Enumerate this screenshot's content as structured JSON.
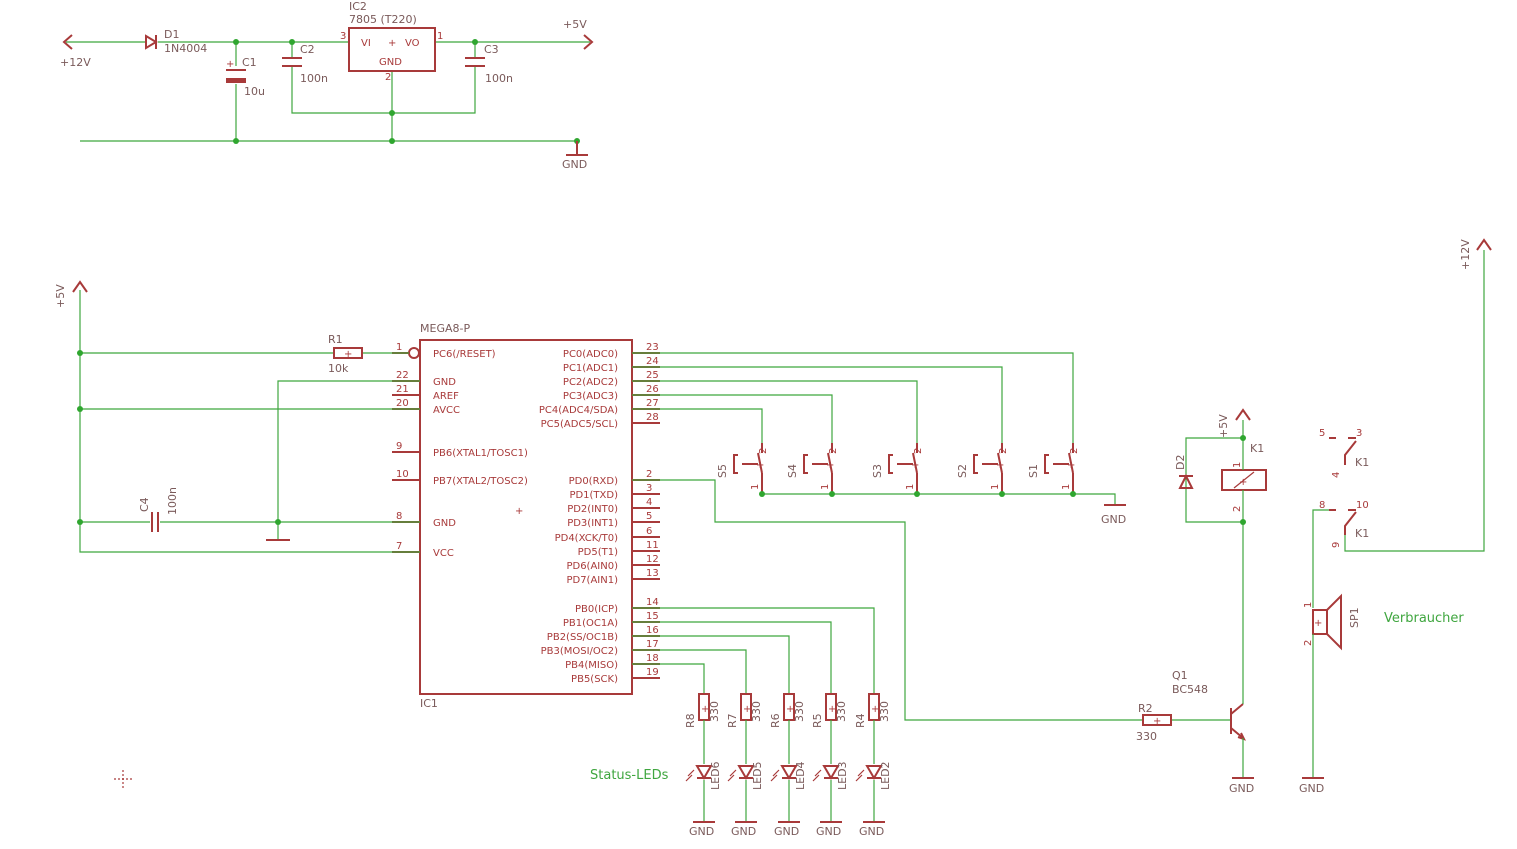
{
  "colors": {
    "wire": "#3fa63f",
    "symbol": "#a83a3a",
    "text": "#7a5a5a",
    "background": "#ffffff"
  },
  "supply": {
    "in_label": "+12V",
    "out_label": "+5V",
    "gnd_label": "GND",
    "d1_name": "D1",
    "d1_value": "1N4004",
    "c1_name": "C1",
    "c1_value": "10u",
    "c2_name": "C2",
    "c2_value": "100n",
    "c3_name": "C3",
    "c3_value": "100n",
    "ic2_name": "IC2",
    "ic2_value": "7805 (T220)",
    "ic2_vi": "VI",
    "ic2_vo": "VO",
    "ic2_gnd": "GND",
    "ic2_pin_in": "3",
    "ic2_pin_out": "1",
    "ic2_pin_gnd": "2"
  },
  "mcu": {
    "name": "IC1",
    "value": "MEGA8-P",
    "left_pins": [
      {
        "num": "1",
        "label": "PC6(/RESET)"
      },
      {
        "num": "22",
        "label": "GND"
      },
      {
        "num": "21",
        "label": "AREF"
      },
      {
        "num": "20",
        "label": "AVCC"
      },
      {
        "num": "9",
        "label": "PB6(XTAL1/TOSC1)"
      },
      {
        "num": "10",
        "label": "PB7(XTAL2/TOSC2)"
      },
      {
        "num": "8",
        "label": "GND"
      },
      {
        "num": "7",
        "label": "VCC"
      }
    ],
    "right_pins": [
      {
        "num": "23",
        "label": "PC0(ADC0)"
      },
      {
        "num": "24",
        "label": "PC1(ADC1)"
      },
      {
        "num": "25",
        "label": "PC2(ADC2)"
      },
      {
        "num": "26",
        "label": "PC3(ADC3)"
      },
      {
        "num": "27",
        "label": "PC4(ADC4/SDA)"
      },
      {
        "num": "28",
        "label": "PC5(ADC5/SCL)"
      },
      {
        "num": "2",
        "label": "PD0(RXD)"
      },
      {
        "num": "3",
        "label": "PD1(TXD)"
      },
      {
        "num": "4",
        "label": "PD2(INT0)"
      },
      {
        "num": "5",
        "label": "PD3(INT1)"
      },
      {
        "num": "6",
        "label": "PD4(XCK/T0)"
      },
      {
        "num": "11",
        "label": "PD5(T1)"
      },
      {
        "num": "12",
        "label": "PD6(AIN0)"
      },
      {
        "num": "13",
        "label": "PD7(AIN1)"
      },
      {
        "num": "14",
        "label": "PB0(ICP)"
      },
      {
        "num": "15",
        "label": "PB1(OC1A)"
      },
      {
        "num": "16",
        "label": "PB2(SS/OC1B)"
      },
      {
        "num": "17",
        "label": "PB3(MOSI/OC2)"
      },
      {
        "num": "18",
        "label": "PB4(MISO)"
      },
      {
        "num": "19",
        "label": "PB5(SCK)"
      }
    ]
  },
  "passives": {
    "r1_name": "R1",
    "r1_value": "10k",
    "c4_name": "C4",
    "c4_value": "100n",
    "r2_name": "R2",
    "r2_value": "330",
    "vcc5_label": "+5V"
  },
  "switches": [
    {
      "name": "S5"
    },
    {
      "name": "S4"
    },
    {
      "name": "S3"
    },
    {
      "name": "S2"
    },
    {
      "name": "S1"
    }
  ],
  "switch_pins": {
    "top": "2",
    "bottom": "1"
  },
  "switch_gnd": "GND",
  "leds": [
    {
      "r": "R8",
      "rv": "330",
      "led": "LED6",
      "gnd": "GND"
    },
    {
      "r": "R7",
      "rv": "330",
      "led": "LED5",
      "gnd": "GND"
    },
    {
      "r": "R6",
      "rv": "330",
      "led": "LED4",
      "gnd": "GND"
    },
    {
      "r": "R5",
      "rv": "330",
      "led": "LED3",
      "gnd": "GND"
    },
    {
      "r": "R4",
      "rv": "330",
      "led": "LED2",
      "gnd": "GND"
    }
  ],
  "status_leds_label": "Status-LEDs",
  "relay": {
    "d2_name": "D2",
    "k1_name": "K1",
    "vcc_label": "+5V",
    "pin1": "1",
    "pin2": "2",
    "contact_a": {
      "p1": "5",
      "p2": "3",
      "p3": "4",
      "name": "K1"
    },
    "contact_b": {
      "p1": "8",
      "p2": "10",
      "p3": "9",
      "name": "K1"
    },
    "supply_label": "+12V"
  },
  "transistor": {
    "name": "Q1",
    "value": "BC548",
    "gnd": "GND"
  },
  "load": {
    "name": "SP1",
    "label": "Verbraucher",
    "pin1": "1",
    "pin2": "2",
    "gnd": "GND"
  }
}
